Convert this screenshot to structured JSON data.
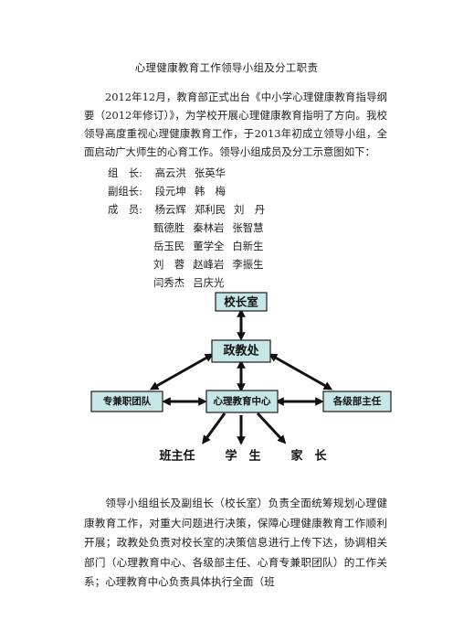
{
  "document": {
    "title": "心理健康教育工作领导小组及分工职责",
    "intro": "2012年12月，教育部正式出台《中小学心理健康教育指导纲要（2012年修订）》，为学校开展心理健康教育指明了方向。我校领导高度重视心理健康教育工作，于2013年初成立领导小组，全面启动广大师生的心育工作。领导小组成员及分工示意图如下：",
    "leader": {
      "label": "组　长:",
      "names": [
        "高云洪",
        "张英华"
      ]
    },
    "deputy": {
      "label": "副组长:",
      "names": [
        "段元坤",
        "韩　梅"
      ]
    },
    "members": {
      "label": "成　员:",
      "rows": [
        [
          "杨云辉",
          "郑利民",
          "刘　丹"
        ],
        [
          "甄德胜",
          "秦林岩",
          "张智慧"
        ],
        [
          "岳玉民",
          "董学全",
          "白新生"
        ],
        [
          "刘　蓉",
          "赵峰岩",
          "李振生"
        ],
        [
          "闫秀杰",
          "吕庆光"
        ]
      ]
    },
    "closing": "领导小组组长及副组长（校长室）负责全面统筹规划心理健康教育工作，对重大问题进行决策，保障心理健康教育工作顺利开展；政教处负责对校长室的决策信息进行上传下达，协调相关部门（心理教育中心、各级部主任、心育专兼职团队）的工作关系；心理教育中心负责具体执行全面（班"
  },
  "diagram": {
    "principal_office": "校长室",
    "political_office": "政教处",
    "team": "专兼职团队",
    "center": "心理教育中心",
    "grade_heads": "各级部主任",
    "leaves": [
      "班主任",
      "学　生",
      "家　长"
    ],
    "box_fill": "#c7e6e6"
  }
}
